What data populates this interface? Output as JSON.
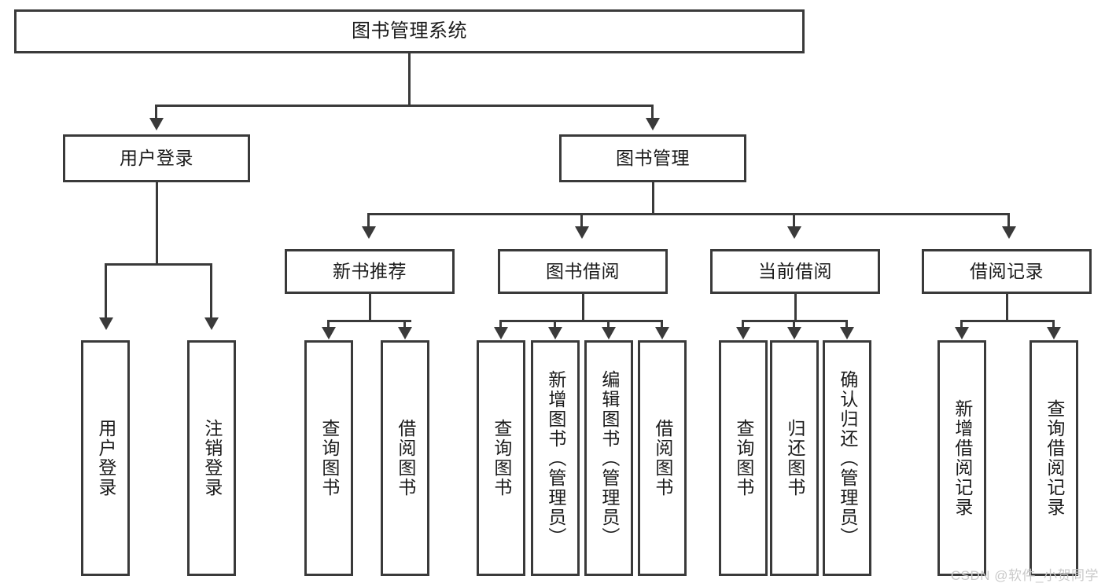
{
  "diagram": {
    "title": "图书管理系统",
    "type": "tree",
    "root": {
      "label": "图书管理系统"
    },
    "level2": [
      {
        "label": "用户登录"
      },
      {
        "label": "图书管理"
      }
    ],
    "level3": [
      {
        "label": "新书推荐"
      },
      {
        "label": "图书借阅"
      },
      {
        "label": "当前借阅"
      },
      {
        "label": "借阅记录"
      }
    ],
    "leaves": {
      "user_login": [
        {
          "label": "用户登录"
        },
        {
          "label": "注销登录"
        }
      ],
      "new_book_recommend": [
        {
          "label": "查询图书"
        },
        {
          "label": "借阅图书"
        }
      ],
      "book_borrow": [
        {
          "label": "查询图书"
        },
        {
          "label": "新增图书（管理员）"
        },
        {
          "label": "编辑图书（管理员）"
        },
        {
          "label": "借阅图书"
        }
      ],
      "current_borrow": [
        {
          "label": "查询图书"
        },
        {
          "label": "归还图书"
        },
        {
          "label": "确认归还（管理员）"
        }
      ],
      "borrow_record": [
        {
          "label": "新增借阅记录"
        },
        {
          "label": "查询借阅记录"
        }
      ]
    }
  },
  "watermark": {
    "text": "CSDN @软件_小贺同学"
  },
  "colors": {
    "stroke": "#3a3a3a",
    "background": "#ffffff",
    "text": "#1b1b1b",
    "watermark": "#c9c9c9"
  }
}
